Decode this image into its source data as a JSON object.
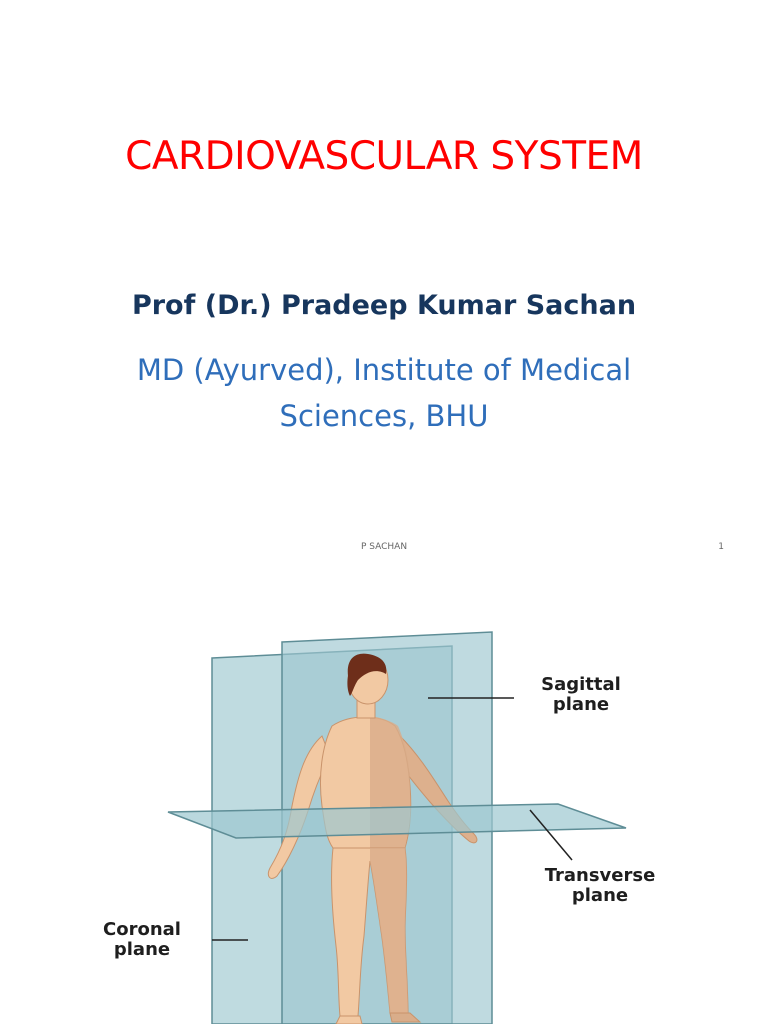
{
  "slide1": {
    "title": "CARDIOVASCULAR SYSTEM",
    "author": "Prof (Dr.) Pradeep Kumar  Sachan",
    "affiliation_line1": "MD (Ayurved), Institute of Medical",
    "affiliation_line2": "Sciences, BHU",
    "footer": "P SACHAN",
    "page_number": "1"
  },
  "slide2": {
    "labels": {
      "sagittal_line1": "Sagittal",
      "sagittal_line2": "plane",
      "transverse_line1": "Transverse",
      "transverse_line2": "plane",
      "coronal_line1": "Coronal",
      "coronal_line2": "plane"
    }
  },
  "colors": {
    "title": "#ff0000",
    "author": "#17365d",
    "affiliation": "#2f6eba",
    "plane_fill": "#a9cfd6",
    "skin": "#f2c9a3"
  }
}
